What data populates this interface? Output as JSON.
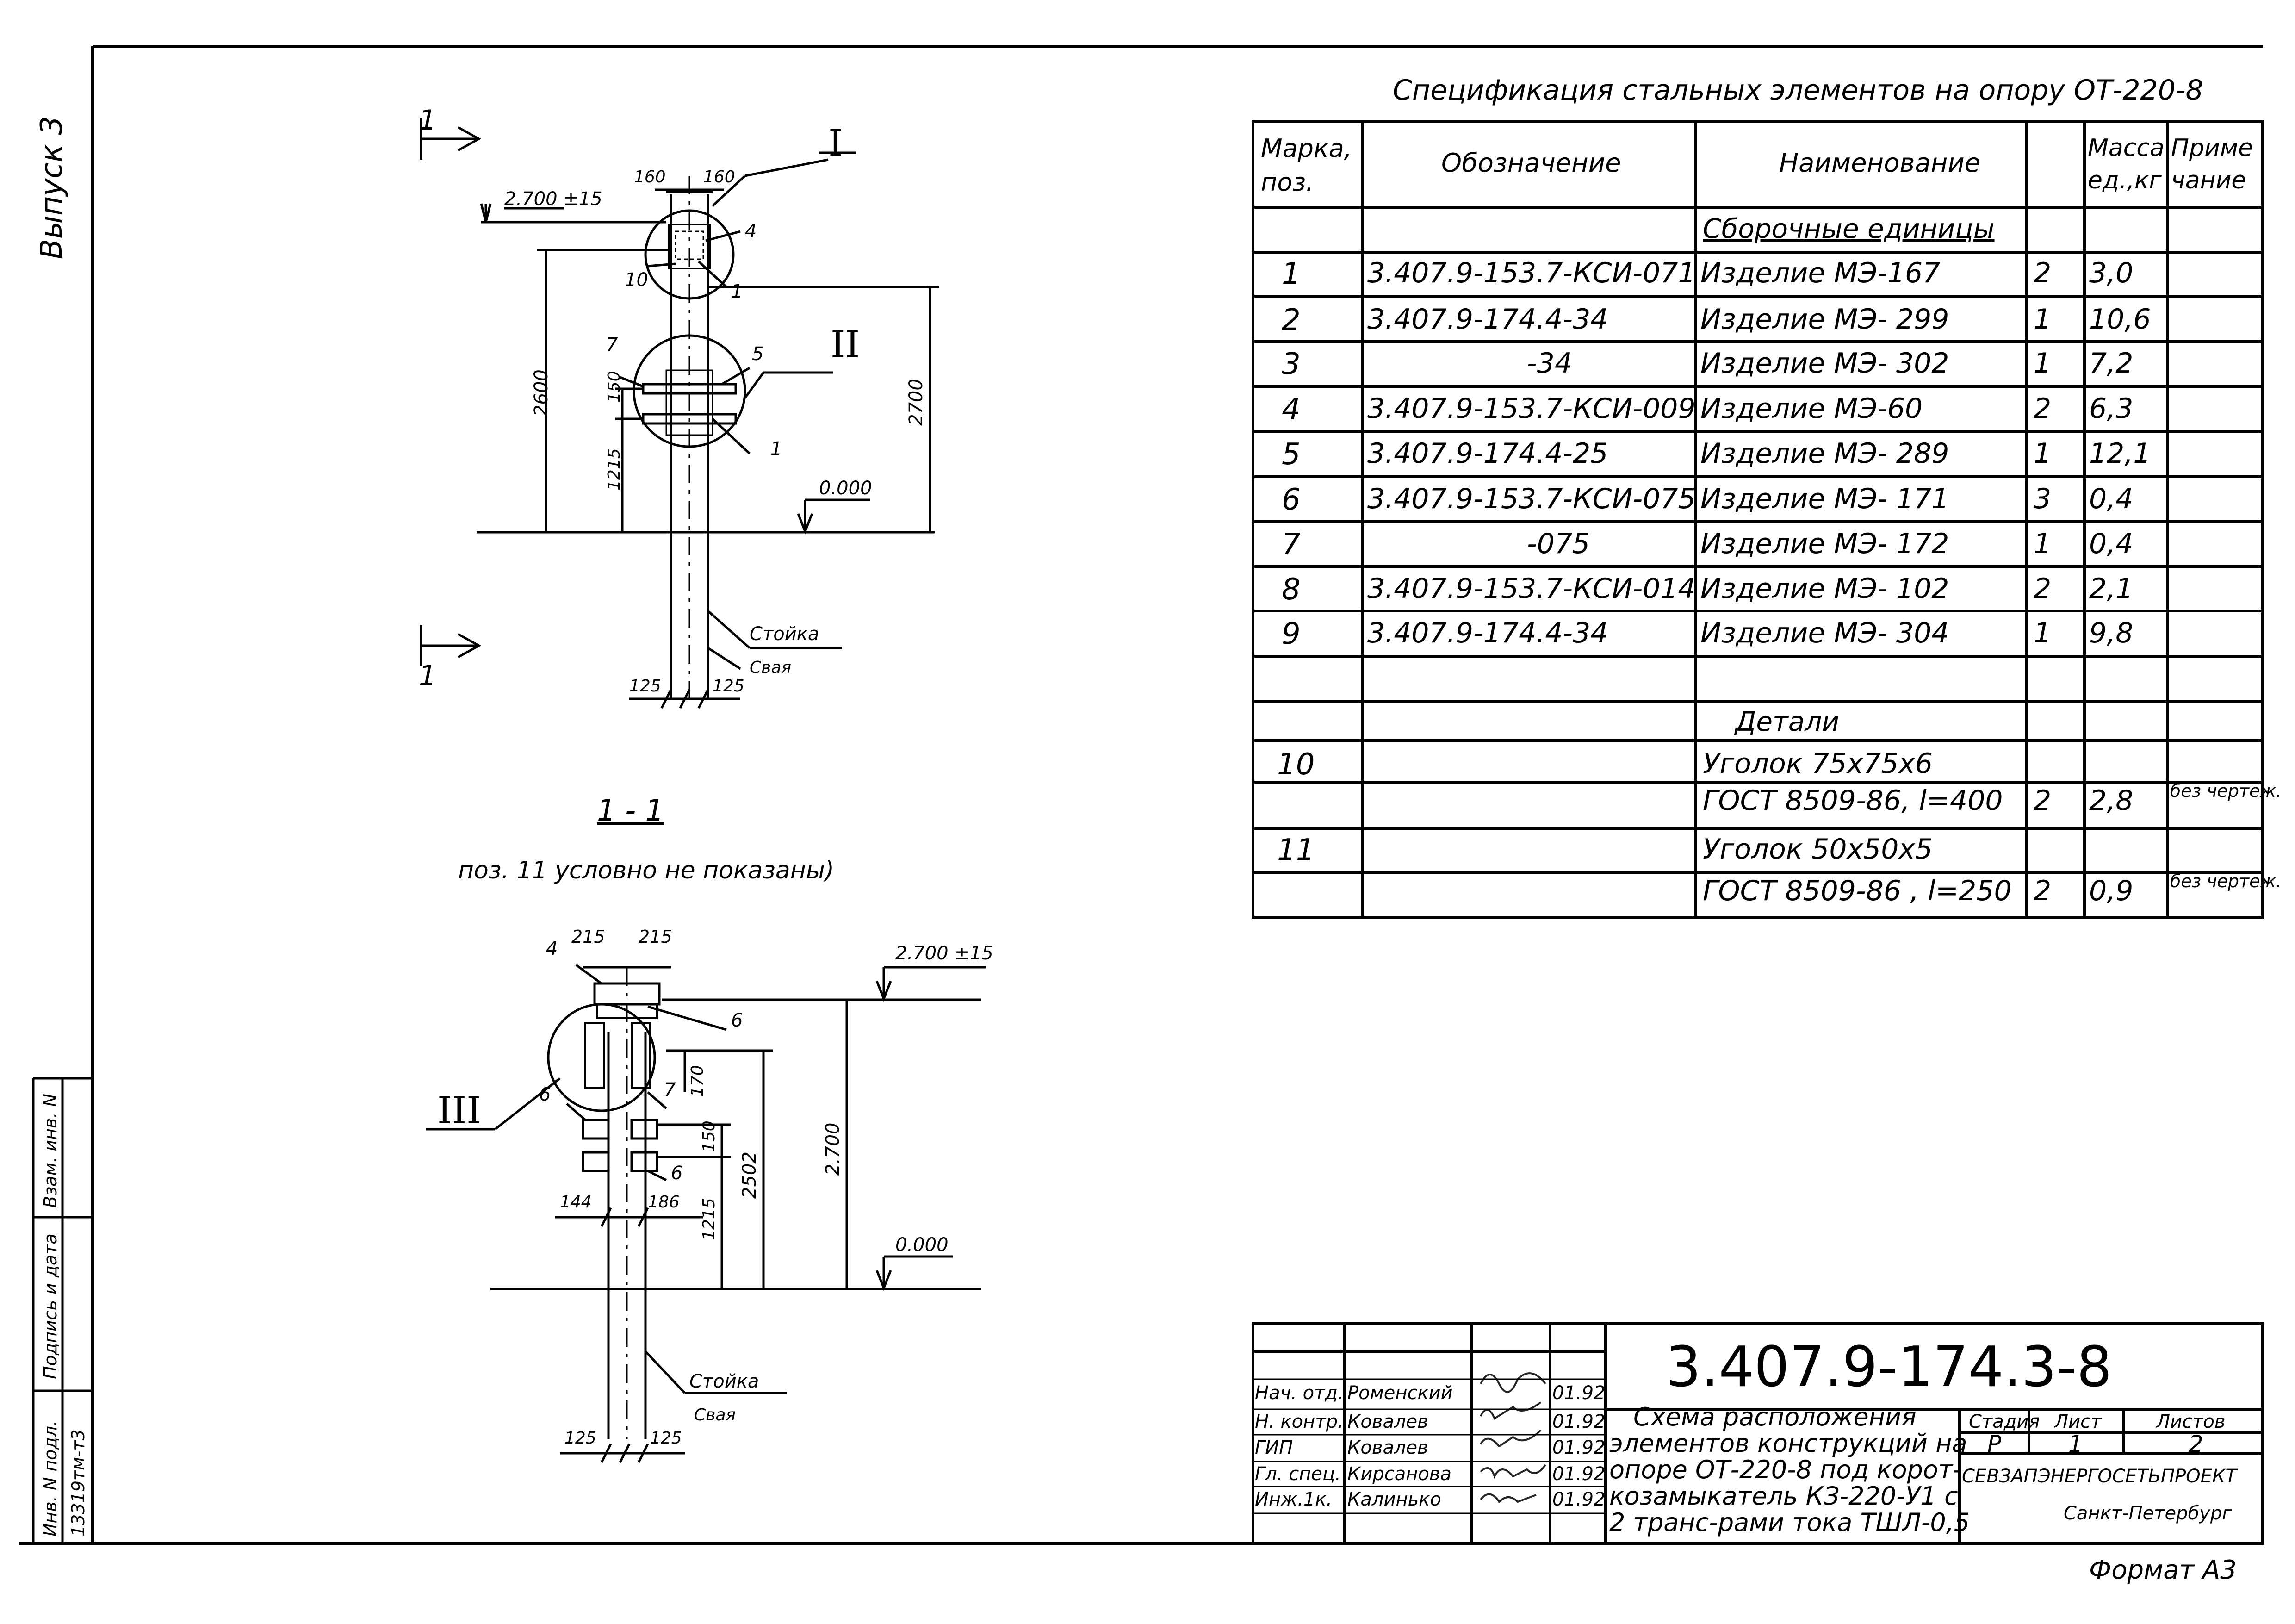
{
  "issue_label": "Выпуск 3",
  "spec": {
    "title": "Спецификация стальных элементов на опору ОТ-220-8",
    "headers": {
      "mark": "Марка, поз.",
      "designation": "Обозначение",
      "name": "Наименование",
      "mass": "Масса ед.,кг",
      "note": "Приме чание"
    },
    "assemblies_heading": "Сборочные единицы",
    "rows": [
      {
        "pos": "1",
        "designation": "3.407.9-153.7-КСИ-071",
        "name": "Изделие МЭ-167",
        "qty": "2",
        "mass": "3,0",
        "note": ""
      },
      {
        "pos": "2",
        "designation": "3.407.9-174.4-34",
        "name": "Изделие МЭ- 299",
        "qty": "1",
        "mass": "10,6",
        "note": ""
      },
      {
        "pos": "3",
        "designation": "-34",
        "name": "Изделие МЭ- 302",
        "qty": "1",
        "mass": "7,2",
        "note": ""
      },
      {
        "pos": "4",
        "designation": "3.407.9-153.7-КСИ-009",
        "name": "Изделие МЭ-60",
        "qty": "2",
        "mass": "6,3",
        "note": ""
      },
      {
        "pos": "5",
        "designation": "3.407.9-174.4-25",
        "name": "Изделие МЭ- 289",
        "qty": "1",
        "mass": "12,1",
        "note": ""
      },
      {
        "pos": "6",
        "designation": "3.407.9-153.7-КСИ-075",
        "name": "Изделие МЭ- 171",
        "qty": "3",
        "mass": "0,4",
        "note": ""
      },
      {
        "pos": "7",
        "designation": "-075",
        "name": "Изделие МЭ- 172",
        "qty": "1",
        "mass": "0,4",
        "note": ""
      },
      {
        "pos": "8",
        "designation": "3.407.9-153.7-КСИ-014",
        "name": "Изделие МЭ- 102",
        "qty": "2",
        "mass": "2,1",
        "note": ""
      },
      {
        "pos": "9",
        "designation": "3.407.9-174.4-34",
        "name": "Изделие МЭ- 304",
        "qty": "1",
        "mass": "9,8",
        "note": ""
      }
    ],
    "details_heading": "Детали",
    "details": [
      {
        "pos": "10",
        "line1": "Уголок 75х75х6",
        "line2": "ГОСТ 8509-86, l=400",
        "qty": "2",
        "mass": "2,8",
        "note": "без чертеж."
      },
      {
        "pos": "11",
        "line1": "Уголок 50х50х5",
        "line2": "ГОСТ 8509-86 , l=250",
        "qty": "2",
        "mass": "0,9",
        "note": "без чертеж."
      }
    ]
  },
  "drawing_top": {
    "section_mark": "1",
    "dims": {
      "d160a": "160",
      "d160b": "160",
      "elev": "2.700 ±15",
      "h2600": "2600",
      "h2700": "2700",
      "d150": "150",
      "d1215": "1215",
      "zero": "0.000",
      "d125a": "125",
      "d125b": "125"
    },
    "callouts": {
      "c4": "4",
      "c10": "10",
      "c1a": "1",
      "c7": "7",
      "c5": "5",
      "c1b": "1",
      "roman1": "I",
      "roman2": "II"
    },
    "labels": {
      "stoika": "Стойка",
      "svaya": "Свая"
    }
  },
  "section": {
    "title": "1 - 1",
    "note": "поз. 11 условно не показаны)"
  },
  "drawing_bottom": {
    "dims": {
      "d215a": "215",
      "d215b": "215",
      "elev": "2.700 ±15",
      "h2700": "2.700",
      "d170": "170",
      "d150": "150",
      "d2502": "2502",
      "d1215": "1215",
      "d144": "144",
      "d186": "186",
      "zero": "0.000",
      "d125a": "125",
      "d125b": "125"
    },
    "callouts": {
      "c4": "4",
      "c6a": "6",
      "c6b": "6",
      "c7": "7",
      "c6c": "6",
      "roman3": "III"
    },
    "labels": {
      "stoika": "Стойка",
      "svaya": "Свая"
    }
  },
  "side_stamp": {
    "col1": "Взам. инв. N",
    "col2": "Подпись и дата",
    "col3": "Инв. N подл.",
    "inv": "13319тм-т3"
  },
  "title_block": {
    "code": "3.407.9-174.3-8",
    "staff": [
      {
        "role": "Нач. отд.",
        "name": "Роменский",
        "date": "01.92"
      },
      {
        "role": "Н. контр.",
        "name": "Ковалев",
        "date": "01.92"
      },
      {
        "role": "ГИП",
        "name": "Ковалев",
        "date": "01.92"
      },
      {
        "role": "Гл. спец.",
        "name": "Кирсанова",
        "date": "01.92"
      },
      {
        "role": "Инж.1к.",
        "name": "Калинько",
        "date": "01.92"
      }
    ],
    "desc_lines": [
      "Схема расположения",
      "элементов конструкций на",
      "опоре ОТ-220-8 под корот-",
      "козамыкатель КЗ-220-У1 с",
      "2 транс-рами тока ТШЛ-0,5"
    ],
    "stage_label": "Стадия",
    "sheet_label": "Лист",
    "sheets_label": "Листов",
    "stage": "Р",
    "sheet": "1",
    "sheets": "2",
    "org": "СЕВЗАПЭНЕРГОСЕТЬПРОЕКТ",
    "city": "Санкт-Петербург"
  },
  "format": "Формат А3"
}
